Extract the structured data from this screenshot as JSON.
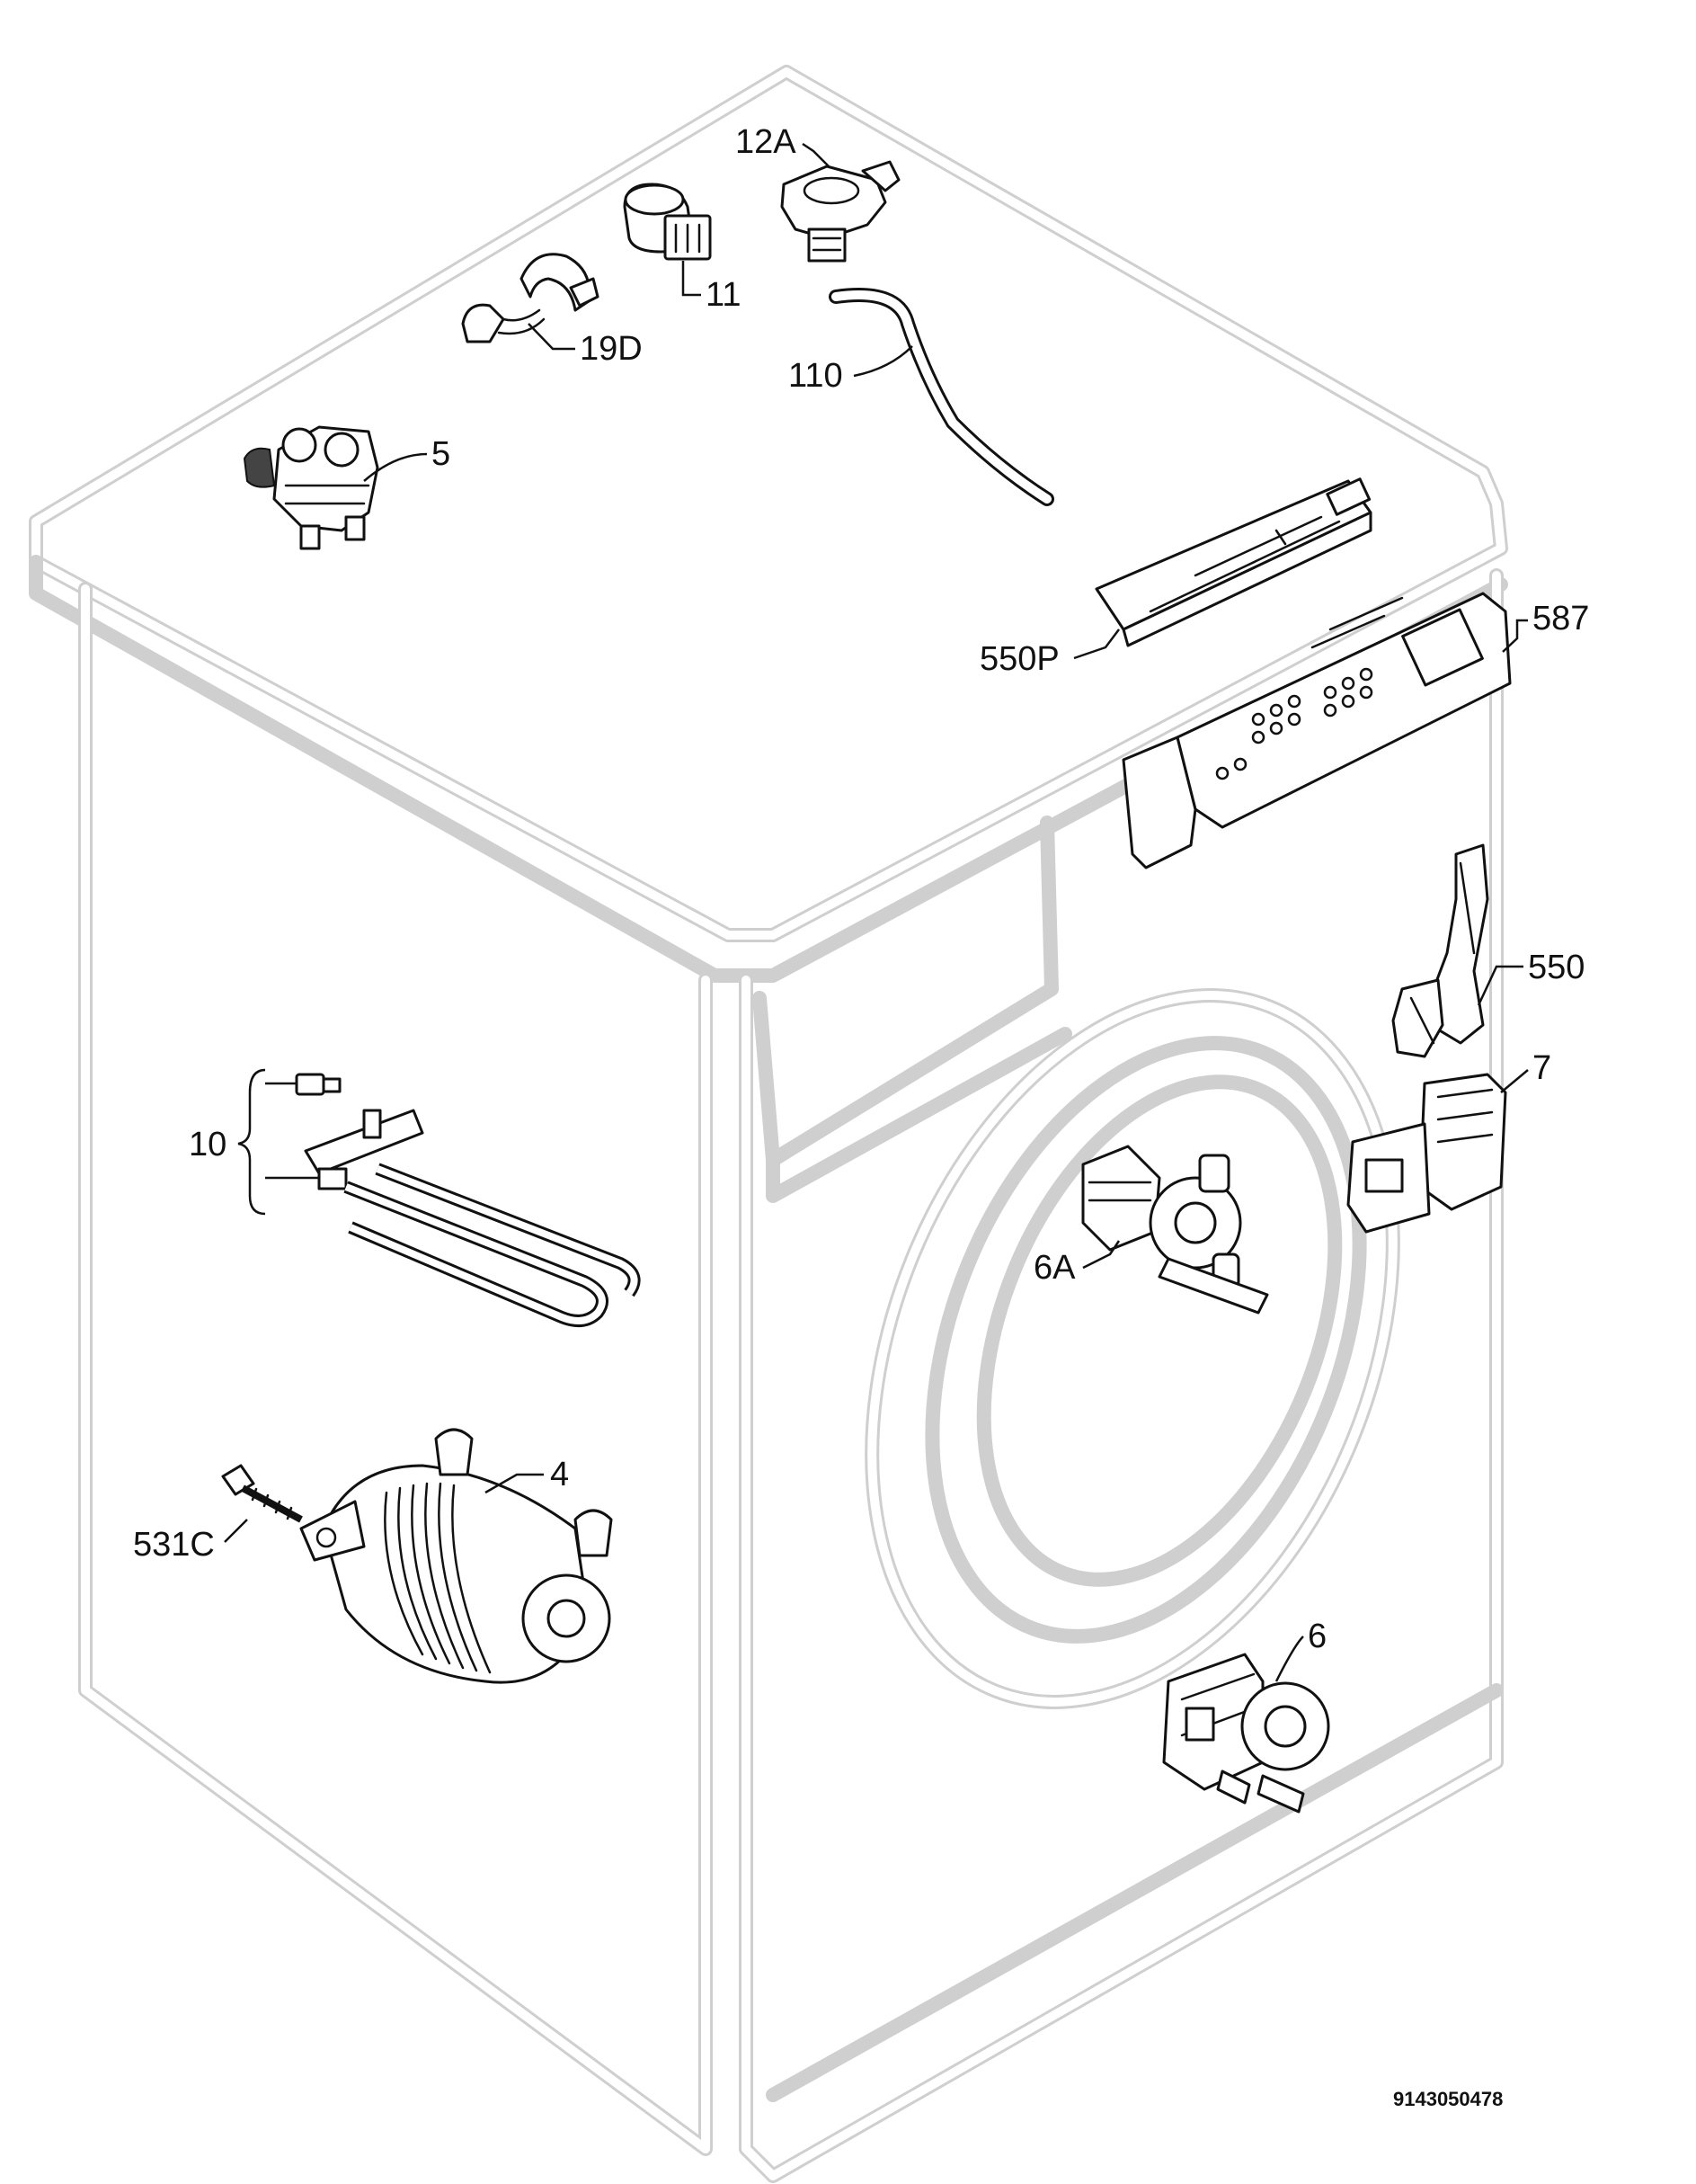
{
  "callouts": {
    "c12A": "12A",
    "c11": "11",
    "c19D": "19D",
    "c110": "110",
    "c5": "5",
    "c550P": "550P",
    "c587": "587",
    "c550": "550",
    "c7": "7",
    "c10": "10",
    "c6A": "6A",
    "c4": "4",
    "c531C": "531C",
    "c6": "6"
  },
  "document_number": "9143050478"
}
